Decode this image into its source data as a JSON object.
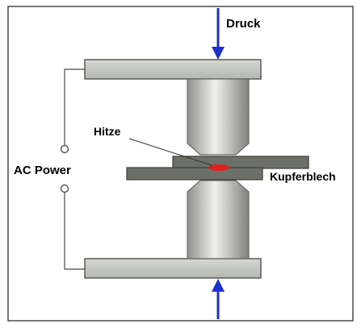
{
  "labels": {
    "pressure": "Druck",
    "heat": "Hitze",
    "power": "AC Power",
    "sheet": "Kupferblech"
  },
  "colors": {
    "frame_border": "#4a4a4a",
    "plate_fill": "#c8cac6",
    "sheet_fill": "#6d6f69",
    "electrode_light": "#e6e6e2",
    "electrode_dark": "#8f908c",
    "arrow": "#1f2fd0",
    "weld_nugget": "#e02020",
    "wire": "#666666"
  },
  "icons": {
    "top_arrow": "down-arrow-icon",
    "bottom_arrow": "up-arrow-icon"
  }
}
